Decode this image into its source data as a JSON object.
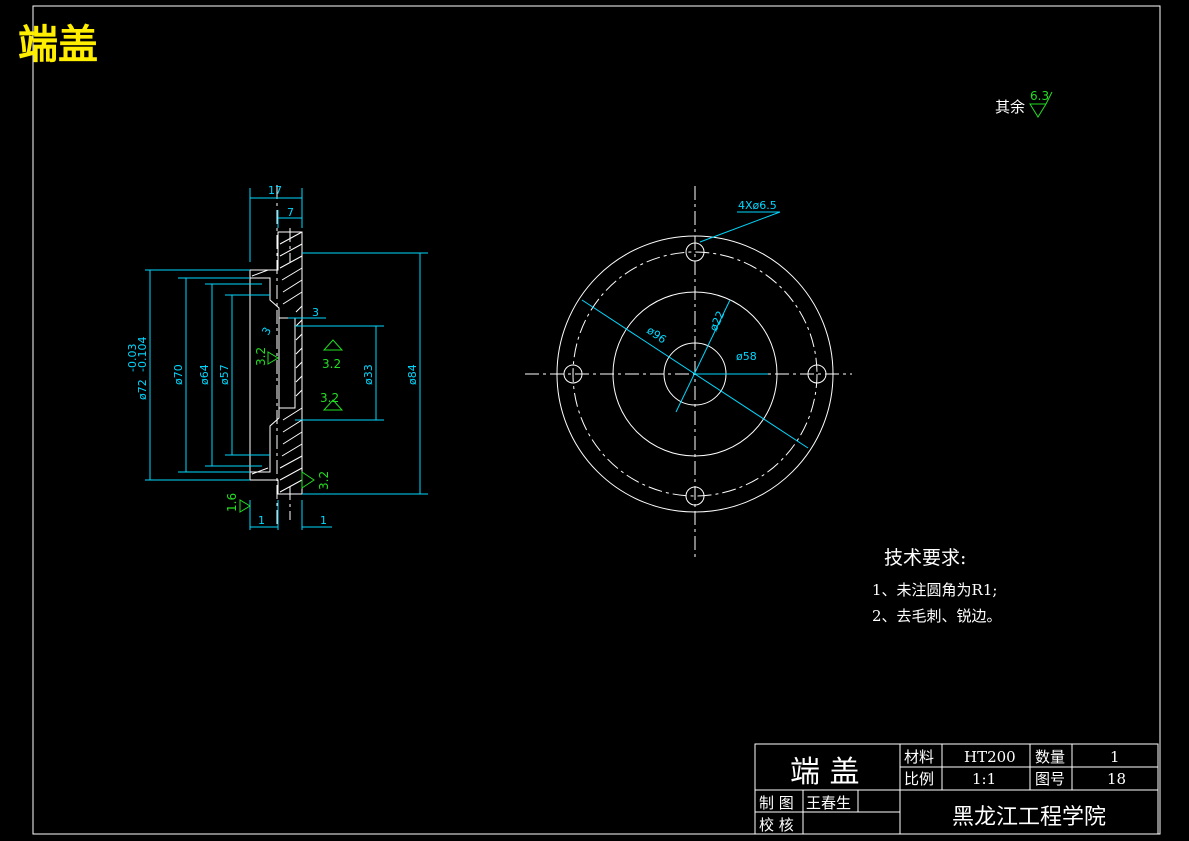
{
  "title": "端盖",
  "surface_note": {
    "label": "其余",
    "value": "6.3"
  },
  "section_dims": {
    "d17": "17",
    "d7": "7",
    "d3": "3",
    "phi72": "ø72",
    "phi72_tol_upper": "-0.03",
    "phi72_tol_lower": "-0.104",
    "phi70": "ø70",
    "phi64": "ø64",
    "phi57": "ø57",
    "phi33": "ø33",
    "phi84": "ø84",
    "d1_left": "1",
    "d1_right": "1",
    "chamfer": "3"
  },
  "roughness": {
    "r1": "3.2",
    "r2": "3.2",
    "r3": "3.2",
    "r4": "3.2",
    "r5": "1.6"
  },
  "front_dims": {
    "holes": "4Xø6.5",
    "phi96": "ø96",
    "phi22": "ø22",
    "phi58": "ø58"
  },
  "tech_req": {
    "heading": "技术要求:",
    "items": [
      "1、未注圆角为R1;",
      "2、去毛刺、锐边。"
    ]
  },
  "title_block": {
    "part_name": "端 盖",
    "material_label": "材料",
    "material_value": "HT200",
    "quantity_label": "数量",
    "quantity_value": "1",
    "scale_label": "比例",
    "scale_value": "1:1",
    "drawing_no_label": "图号",
    "drawing_no_value": "18",
    "drawn_label": "制 图",
    "drawn_value": "王春生",
    "checked_label": "校 核",
    "school": "黑龙江工程学院"
  }
}
